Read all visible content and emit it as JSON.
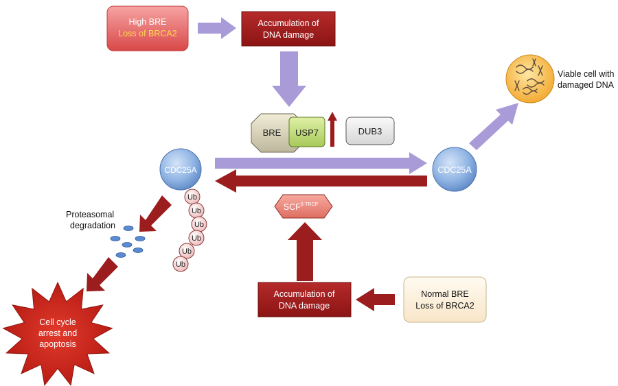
{
  "top_left_box": {
    "line1": "High BRE",
    "line2": "Loss of BRCA2"
  },
  "top_damage_box": {
    "line1": "Accumulation of",
    "line2": "DNA damage"
  },
  "complex": {
    "bre": "BRE",
    "usp7": "USP7",
    "dub3": "DUB3"
  },
  "cdc25a_left": "CDC25A",
  "cdc25a_right": "CDC25A",
  "scf": {
    "base": "SCF",
    "superscript": "β-TRCP"
  },
  "ubiquitin": [
    "Ub",
    "Ub",
    "Ub",
    "Ub",
    "Ub",
    "Ub"
  ],
  "proteasomal": {
    "line1": "Proteasomal",
    "line2": "degradation"
  },
  "viable": {
    "line1": "Viable cell with",
    "line2": "damaged DNA"
  },
  "bottom_damage_box": {
    "line1": "Accumulation of",
    "line2": "DNA damage"
  },
  "bottom_right_box": {
    "line1": "Normal BRE",
    "line2": "Loss of BRCA2"
  },
  "outcome": {
    "line1": "Cell cycle",
    "line2": "arrest and",
    "line3": "apoptosis"
  },
  "colors": {
    "lavender_arrow": "#a99ad8",
    "darkred": "#9b1d1d",
    "damage_box": "#a51c1c",
    "high_bre_box": "#e86a6a",
    "brca2_highlight": "#ffd84a",
    "usp7_green": "#c3de7a",
    "cdc25a_blue": "#8fb4e4",
    "scf_salmon": "#ee8f84",
    "ub_pink": "#f7d6d6",
    "starburst_red": "#d42318",
    "nucleus_orange": "#f7b93a",
    "normal_box": "#fdf2e0"
  }
}
